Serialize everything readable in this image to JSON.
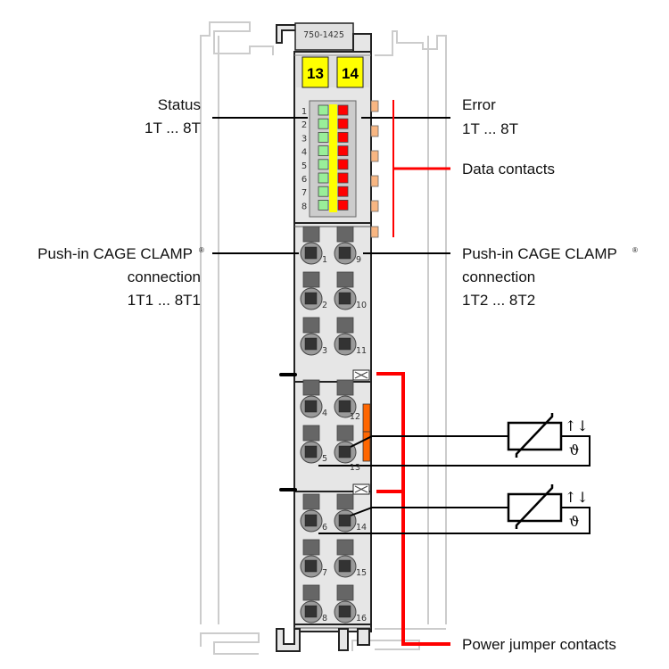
{
  "module": {
    "model": "750-1425",
    "marker_left": "13",
    "marker_right": "14",
    "led_numbers": [
      "1",
      "2",
      "3",
      "4",
      "5",
      "6",
      "7",
      "8"
    ],
    "terminal_numbers_left": [
      "1",
      "2",
      "3",
      "4",
      "5",
      "6",
      "7",
      "8"
    ],
    "terminal_numbers_right": [
      "9",
      "10",
      "11",
      "12",
      "13",
      "14",
      "15",
      "16"
    ]
  },
  "labels": {
    "status": [
      "Status",
      "1T ... 8T"
    ],
    "error": [
      "Error",
      "1T ... 8T"
    ],
    "data_contacts": "Data contacts",
    "clamp_left": [
      "Push-in CAGE CLAMP",
      "connection",
      "1T1 ... 8T1"
    ],
    "clamp_right": [
      "Push-in CAGE CLAMP",
      "connection",
      "1T2 ... 8T2"
    ],
    "registered": "®",
    "power_jumper": "Power jumper contacts"
  },
  "sensors": [
    {
      "symbol": "ϑ",
      "arrows": "↑↓"
    },
    {
      "symbol": "ϑ",
      "arrows": "↑↓"
    }
  ],
  "colors": {
    "led_green": "#99ee99",
    "led_yellow": "#ffff00",
    "led_red": "#ff0000",
    "marker_yellow": "#ffff00",
    "accent_red": "#ff0000",
    "data_contact_orange": "#f8b682",
    "jumper_orange": "#ff6600",
    "housing_gray": "#e6e6e6"
  }
}
